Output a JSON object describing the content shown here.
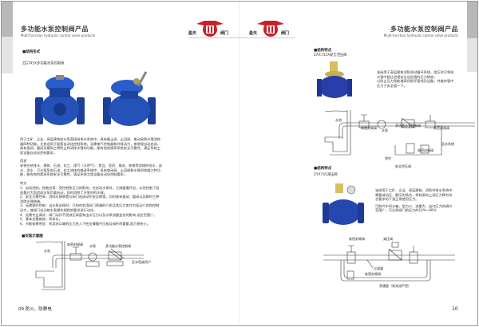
{
  "header": {
    "title": "多功能水泵控制阀产品",
    "subtitle": "Multi-function hydraulic control valve products"
  },
  "logo": {
    "left_text": "盈天",
    "right_text": "阀门",
    "emblem": "盈",
    "colors": {
      "red": "#c8202a",
      "dark": "#222"
    }
  },
  "left_page": {
    "section_structure": "■结构形式",
    "model_prefix": "ZJ",
    "model_frac_top": "D",
    "model_frac_bottom": "M",
    "model_suffix": "745X多功能水泵控制阀",
    "intro": "用于工矿、企业、高层建筑给水泵直接给排水系统中，具有截止阀、止回阀、电动阀和水锤消除器四种功能。尤其适用于配套自动化控制系统，无需电气控制器和外接动力，按常规自动启闭，具有速闭、缓闭及模拟三种防止和消除水锤的功能，能有效地提高系统安全可靠性，满足系统工程设备自动化控制要求。",
    "usage_title": "用途",
    "usage": "安装在给排水、建筑、石油、化工、煤气（天然气）、食品、医药、电站、核电等领域的给水、送水、泄水、污水泵泵安石油、化工流体的输送系统中，具有电动阀、止回阀和水锤消除器三种功能，能有效的提高系统安全可靠性，满足系统工程设备自动化控制要求。",
    "features_title": "特点",
    "features": [
      "1、自动控制，经能启泵：受控制鱼压力的影响，在启动水泵时，主阀缓慢开启，从而控制了因流量过大而造成水泵负载启动，同时消除了开泵时的水锤。",
      "2、安全可靠性高：消除水锤装置与阀门启闭动作安全联锁，同时具有速闭、缓闭以及瞬时三种消除水锤措施。",
      "3、无需操作控制：当水泵启停时，只的的利用阀门两端的介质及其压力差作为驱动介质和控制动力，使阀门自动按水泵操作规程的要求进行动作。",
      "4、无需专业调试：阀门动作不受液压高度和出水压力以及水泵流量变化的影响,适应范围广。",
      "5、基本无需维修，寿命长。",
      "6、节能效果明显：利用进口端的压力进入下腔支撑膜片压板及阀杆的重量,阻力损失小。"
    ],
    "install_title": "■安装示意图",
    "diagram": {
      "pool": "水池",
      "gate": "软密封闸阀",
      "pump": "水泵",
      "control": "多功能水泵控制阀",
      "user": "至水塔或用户"
    },
    "footer": "09 防火、防静电"
  },
  "right_page": {
    "section1_title": "■结构特点",
    "section1_model": "ZAX742X安全泄压阀",
    "section1_text": [
      "该阀用于高层建筑消防测试循环系统，泄压时可将给水管中超过泄规安全设定值的压力释放，",
      "以防止压力急能增高所损坏管线及设备，并维持管中压力于安全值一下。"
    ],
    "diagram1": {
      "pool": "水池",
      "gate1": "软密封闸阀",
      "pump": "水泵",
      "control": "多功能水泵控制阀",
      "gate2": "软密封闸阀",
      "supply": "至水系统",
      "gate3": "软密封闸阀",
      "drain": "排空",
      "relief": "安全泄压阀"
    },
    "section2_title": "■结构特点",
    "section2_model": "ZYX745减压阀",
    "section2_text": [
      "该阀用于工矿、企业、高层建筑、消防供排水系统中需要减动压、静压的场合，将较高的上游压力降为符合要求的下游正常使用压力。",
      "可取代中间水箱，阻力小、流量大、出口压力的调节范围广，可达到阀门前压力的10%~80%"
    ],
    "diagram2": {
      "gate1": "软密封闸阀",
      "reducer": "减压阀",
      "filter": "过滤器",
      "gate2": "软密封闸阀",
      "bypass": "旁通管（常关闭严密）"
    },
    "page_number": "10"
  }
}
